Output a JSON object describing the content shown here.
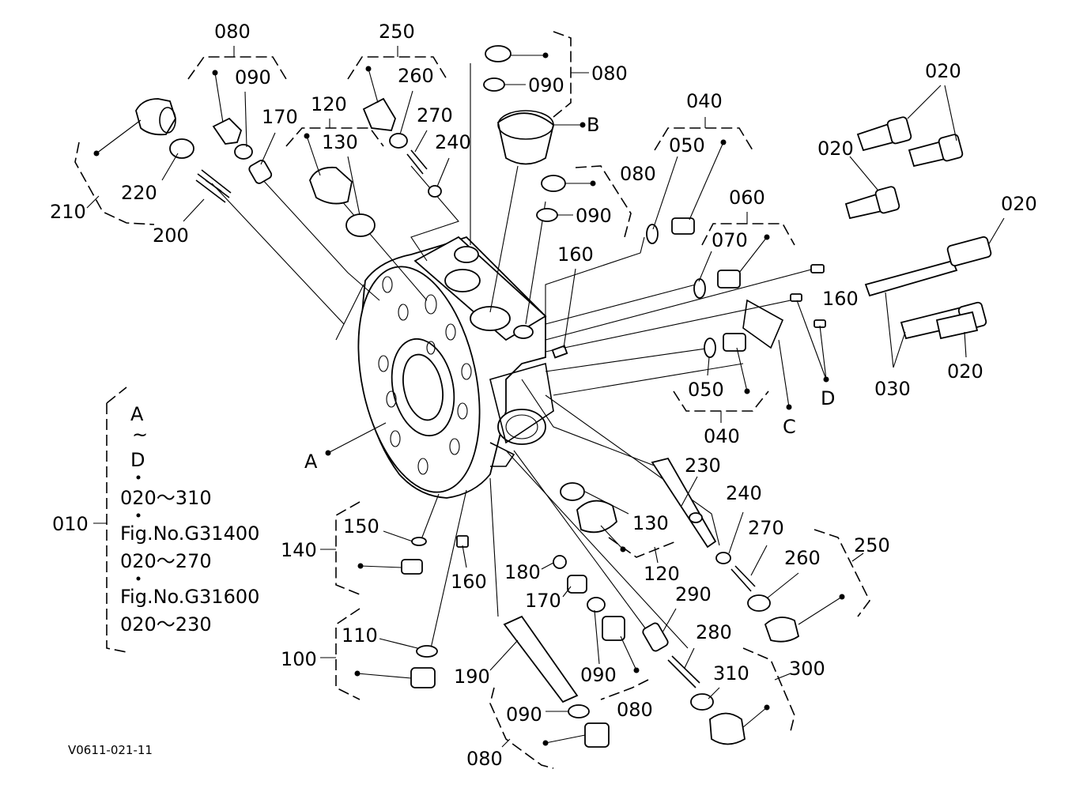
{
  "diagram": {
    "labels": {
      "l_080_tl": "080",
      "l_090_tl": "090",
      "l_170_tl": "170",
      "l_250_t": "250",
      "l_260_t": "260",
      "l_270_t": "270",
      "l_240_t": "240",
      "l_120_t": "120",
      "l_130_t": "130",
      "l_220": "220",
      "l_210": "210",
      "l_200": "200",
      "l_080_top": "080",
      "l_090_top": "090",
      "l_B": "B",
      "l_080_mid": "080",
      "l_090_mid": "090",
      "l_160_mid": "160",
      "l_040_top": "040",
      "l_050_top": "050",
      "l_060": "060",
      "l_070": "070",
      "l_020_a": "020",
      "l_020_b": "020",
      "l_020_c": "020",
      "l_020_d": "020",
      "l_160_r": "160",
      "l_D": "D",
      "l_030": "030",
      "l_050_bot": "050",
      "l_040_bot": "040",
      "l_C": "C",
      "l_A": "A",
      "l_230": "230",
      "l_240_r": "240",
      "l_270_r": "270",
      "l_260_r": "260",
      "l_250_r": "250",
      "l_130_b": "130",
      "l_120_b": "120",
      "l_150": "150",
      "l_140": "140",
      "l_160_b": "160",
      "l_180": "180",
      "l_170_b": "170",
      "l_290": "290",
      "l_280": "280",
      "l_310": "310",
      "l_300": "300",
      "l_090_b1": "090",
      "l_080_b1": "080",
      "l_190": "190",
      "l_110": "110",
      "l_100": "100",
      "l_090_b2": "090",
      "l_080_b2": "080"
    },
    "legend": {
      "ref": "010",
      "line1": "A",
      "line2": "~",
      "line3": "D",
      "line4": "020～310",
      "line5": "Fig.No.G31400",
      "line6": "020～270",
      "line7": "Fig.No.G31600",
      "line8": "020～230"
    },
    "drawing_code": "V0611-021-11"
  }
}
